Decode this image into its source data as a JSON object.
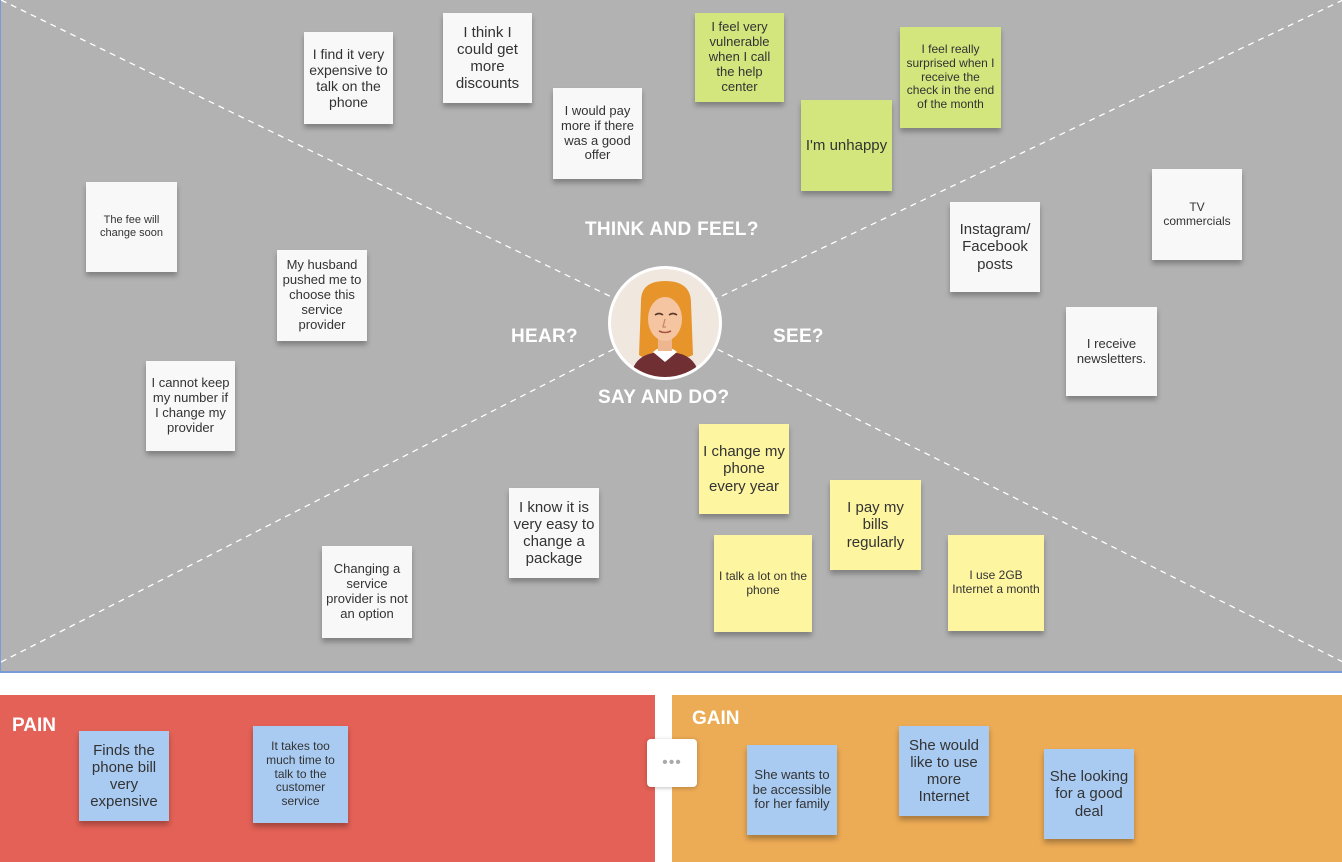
{
  "empathy_map": {
    "labels": {
      "think_feel": "THINK AND FEEL?",
      "hear": "HEAR?",
      "see": "SEE?",
      "say_do": "SAY AND DO?"
    },
    "think_feel_notes": [
      "I find it very expensive to talk on the phone",
      "I think I could get more discounts",
      "I would pay more if there was a good offer",
      "I feel very vulnerable when I call the help center",
      "I'm unhappy",
      "I feel really surprised when I receive the check in the end of the month"
    ],
    "hear_notes": [
      "The fee will change soon",
      "My husband pushed me to choose this service provider",
      "I cannot keep my number if I change my provider"
    ],
    "see_notes": [
      "Instagram/ Facebook posts",
      "TV commercials",
      "I receive newsletters."
    ],
    "say_do_notes": [
      "I know it is very easy to change a package",
      "Changing a service provider is not an option",
      "I change my phone every year",
      "I pay my bills regularly",
      "I talk a lot on the phone",
      "I use 2GB Internet a month"
    ]
  },
  "pain": {
    "title": "PAIN",
    "notes": [
      "Finds the phone bill very expensive",
      "It takes too much time to talk to the customer service"
    ]
  },
  "gain": {
    "title": "GAIN",
    "notes": [
      "She wants to be accessible for her family",
      "She would like to use more Internet",
      "She looking for a good deal"
    ]
  },
  "divider_handle": "•••",
  "colors": {
    "board": "#b2b2b2",
    "pain": "#e36156",
    "gain": "#ecab55",
    "note_white": "#f8f8f8",
    "note_green": "#d2e67d",
    "note_yellow": "#fdf5a0",
    "note_blue": "#a9cbf2"
  },
  "icons": {
    "avatar": "woman-avatar-icon",
    "handle": "more-horizontal-icon"
  }
}
